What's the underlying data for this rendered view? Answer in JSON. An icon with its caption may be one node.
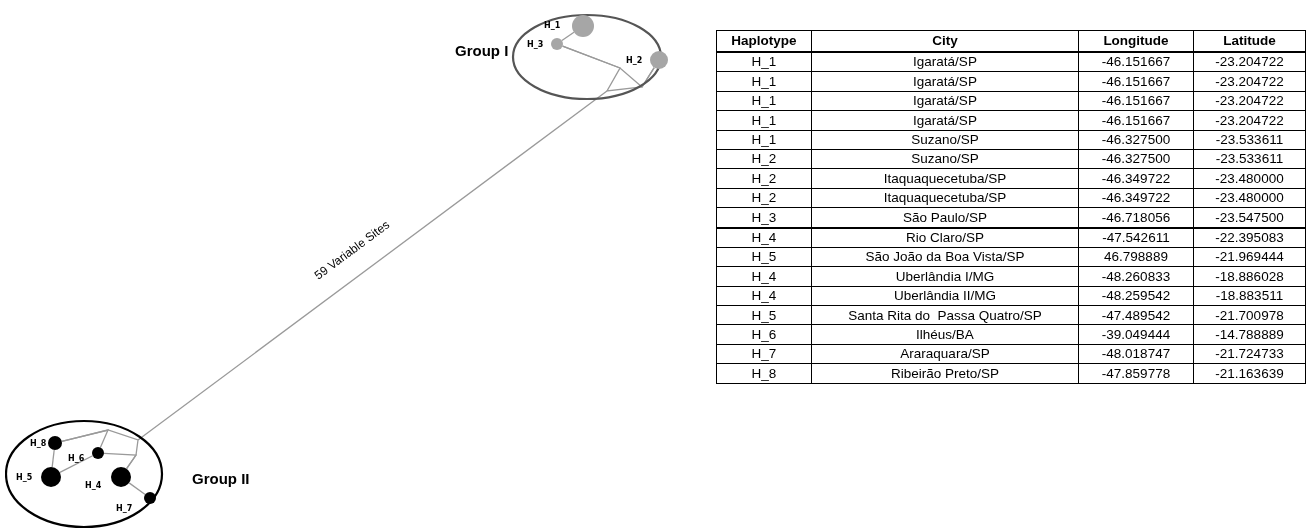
{
  "diagram": {
    "nodes": [
      {
        "text": [
          "Group I"
        ]
      },
      {
        "text": [],
        "shape": "circle",
        "beside": [
          "H_1"
        ],
        "in": 0
      },
      {
        "text": [],
        "shape": "circle",
        "beside": [
          "H_3"
        ],
        "in": 0
      },
      {
        "text": [],
        "shape": "circle",
        "beside": [
          "H_2"
        ],
        "in": 0
      },
      {
        "text": [
          "Group II"
        ]
      },
      {
        "text": [],
        "shape": "circle",
        "beside": [
          "H_8"
        ],
        "in": 4
      },
      {
        "text": [],
        "shape": "circle",
        "beside": [
          "H_6"
        ],
        "in": 4
      },
      {
        "text": [],
        "shape": "circle",
        "beside": [
          "H_5"
        ],
        "in": 4
      },
      {
        "text": [],
        "shape": "circle",
        "beside": [
          "H_4"
        ],
        "in": 4
      },
      {
        "text": [],
        "shape": "circle",
        "beside": [
          "H_7"
        ],
        "in": 4
      }
    ],
    "edges": [
      {
        "from": 1,
        "to": 2,
        "arrow": "none"
      },
      {
        "from": 2,
        "to": 3,
        "arrow": "none"
      },
      {
        "from": 0,
        "to": 4,
        "arrow": "none",
        "label": "59 Variable Sites"
      },
      {
        "from": 5,
        "to": 7,
        "arrow": "none"
      },
      {
        "from": 7,
        "to": 6,
        "arrow": "none"
      },
      {
        "from": 5,
        "to": 6,
        "arrow": "none"
      },
      {
        "from": 6,
        "to": 8,
        "arrow": "none"
      },
      {
        "from": 8,
        "to": 9,
        "arrow": "none"
      },
      {
        "from": 5,
        "to": 8,
        "arrow": "none"
      },
      {
        "from": 2,
        "to": 3,
        "arrow": "none"
      }
    ],
    "labels": [
      "Haplotype",
      "City",
      "Longitude",
      "Latitude",
      "H_1",
      "Igaratá/SP",
      "-46.151667",
      "-23.204722",
      "H_1",
      "Igaratá/SP",
      "-46.151667",
      "-23.204722",
      "H_1",
      "Igaratá/SP",
      "-46.151667",
      "-23.204722",
      "H_1",
      "Igaratá/SP",
      "-46.151667",
      "-23.204722",
      "H_1",
      "Suzano/SP",
      "-46.327500",
      "-23.533611",
      "H_2",
      "Suzano/SP",
      "-46.327500",
      "-23.533611",
      "H_2",
      "Itaquaquecetuba/SP",
      "-46.349722",
      "-23.480000",
      "H_2",
      "Itaquaquecetuba/SP",
      "-46.349722",
      "-23.480000",
      "H_3",
      "São Paulo/SP",
      "-46.718056",
      "-23.547500",
      "H_4",
      "Rio Claro/SP",
      "-47.542611",
      "-22.395083",
      "H_5",
      "São João da Boa Vista/SP",
      "46.798889",
      "-21.969444",
      "H_4",
      "Uberlândia I/MG",
      "-48.260833",
      "-18.886028",
      "H_4",
      "Uberlândia II/MG",
      "-48.259542",
      "-18.883511",
      "H_5",
      "Santa Rita do  Passa Quatro/SP",
      "-47.489542",
      "-21.700978",
      "H_6",
      "Ilhéus/BA",
      "-39.049444",
      "-14.788889",
      "H_7",
      "Araraquara/SP",
      "-48.018747",
      "-21.724733",
      "H_8",
      "Ribeirão Preto/SP",
      "-47.859778",
      "-21.163639"
    ]
  }
}
